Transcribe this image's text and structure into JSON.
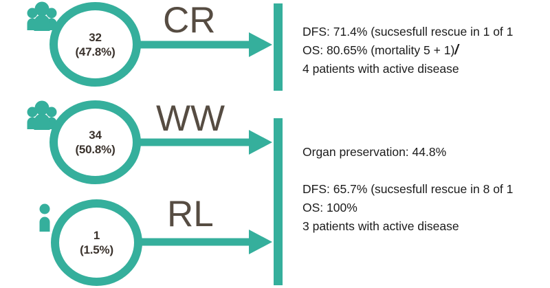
{
  "theme": {
    "teal": "#35af9c",
    "label_brown": "#564c42",
    "text_dark": "#1b1b1b",
    "circle_text": "#3a322c",
    "background": "#ffffff"
  },
  "flow": {
    "rows": [
      {
        "id": "cr",
        "icon": "people-group-icon",
        "count": "32",
        "percent": "(47.8%)",
        "pathway_label": "CR",
        "arrow": "arrow-right-icon"
      },
      {
        "id": "ww",
        "icon": "people-group-icon",
        "count": "34",
        "percent": "(50.8%)",
        "pathway_label": "WW",
        "arrow": "arrow-right-icon"
      },
      {
        "id": "rl",
        "icon": "single-person-icon",
        "count": "1",
        "percent": "(1.5%)",
        "pathway_label": "RL",
        "arrow": "arrow-right-icon"
      }
    ]
  },
  "outcomes": {
    "top": {
      "line1": "DFS: 71.4% (sucsesfull rescue in 1 of 1",
      "line2_a": "OS: 80.65% (mortality 5 +   1)",
      "line2_slash": "/",
      "line3": "4 patients with active disease"
    },
    "bottom": {
      "line1": "Organ preservation: 44.8%",
      "line2": "DFS: 65.7% (sucsesfull rescue in 8 of 1",
      "line3": "OS: 100%",
      "line4": "3 patients with active disease"
    }
  }
}
